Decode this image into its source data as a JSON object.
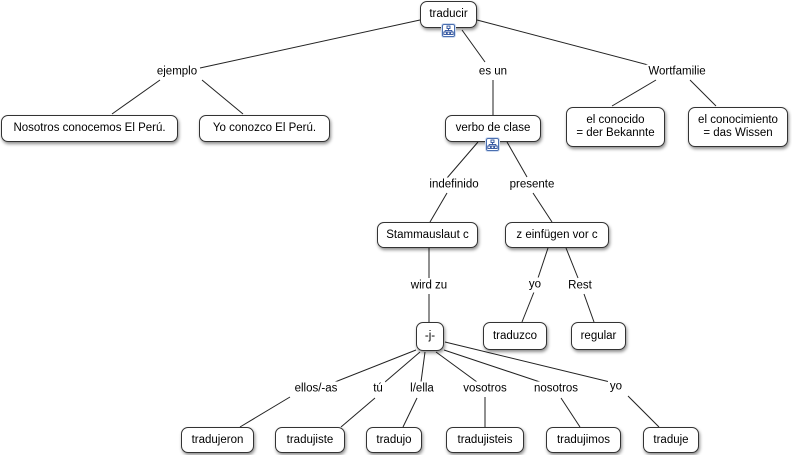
{
  "concept_map": {
    "root": "traducir",
    "nodes": {
      "traducir": "traducir",
      "ej1": "Nosotros conocemos El Perú.",
      "ej2": "Yo conozco El Perú.",
      "verbo": "verbo de clase",
      "wf1": "el conocido\n= der Bekannte",
      "wf2": "el conocimiento\n= das Wissen",
      "stamm": "Stammauslaut c",
      "zein": "z einfügen vor c",
      "j": "-j-",
      "traduzco": "traduzco",
      "regular": "regular",
      "tradujeron": "tradujeron",
      "tradujiste": "tradujiste",
      "tradujo": "tradujo",
      "tradujisteis": "tradujisteis",
      "tradujimos": "tradujimos",
      "traduje": "traduje"
    },
    "linking_phrases": {
      "ejemplo": "ejemplo",
      "esun": "es un",
      "wortfamilie": "Wortfamilie",
      "indefinido": "indefinido",
      "presente": "presente",
      "wirdzu": "wird zu",
      "yo1": "yo",
      "rest": "Rest",
      "ellos": "ellos/-as",
      "tu": "tú",
      "lella": "l/ella",
      "vosotros": "vosotros",
      "nosotros": "nosotros",
      "yo2": "yo"
    },
    "icons": [
      "submap-icon"
    ]
  }
}
